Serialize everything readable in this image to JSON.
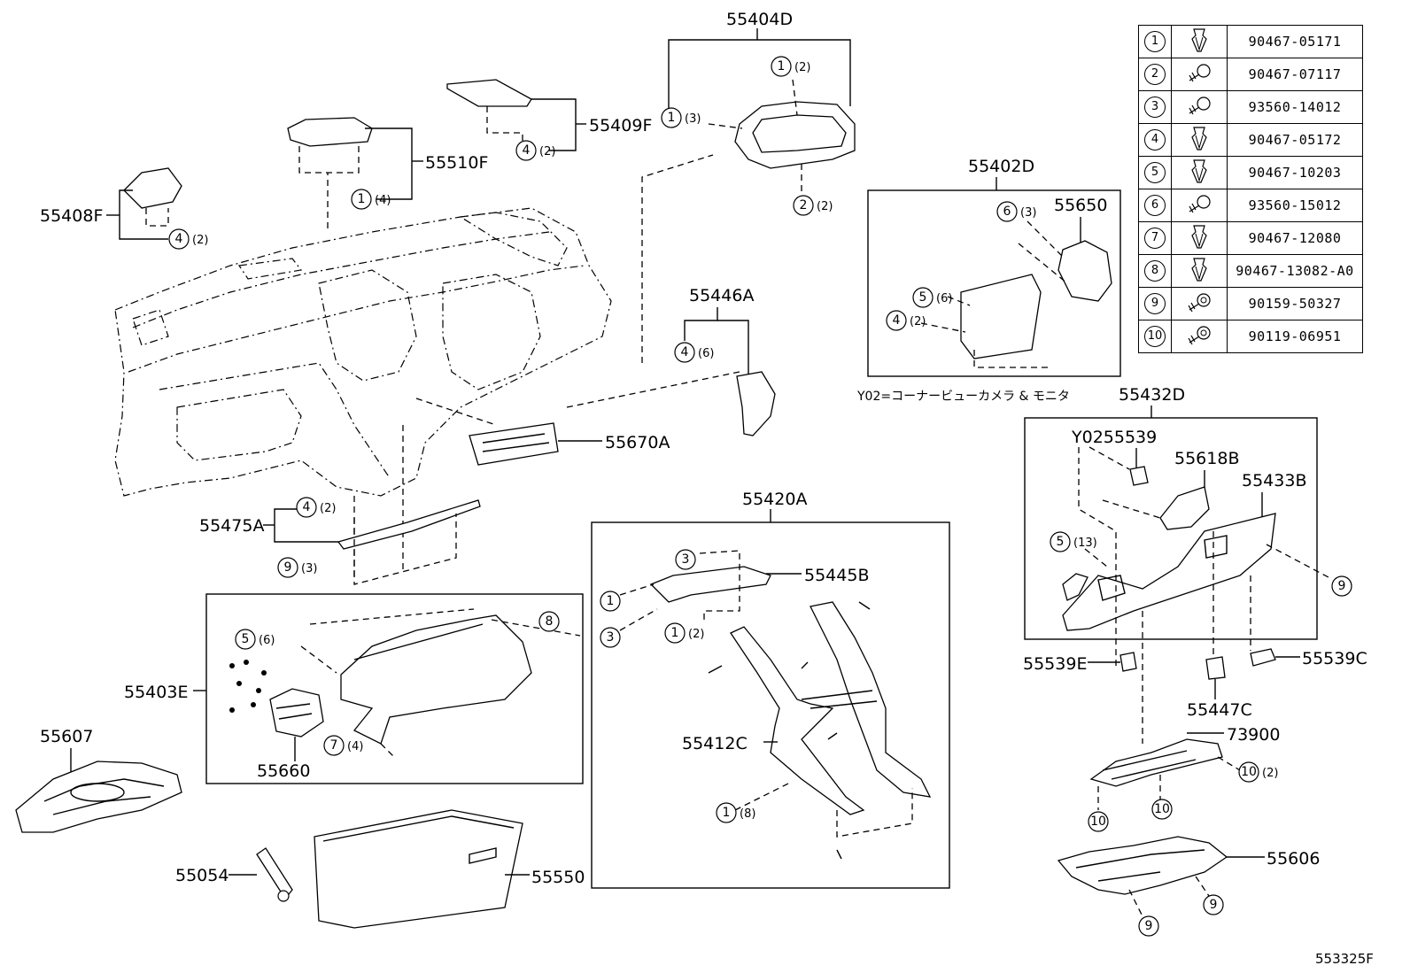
{
  "diagram_code": "553325F",
  "note": "Y02=コーナービューカメラ & モニタ",
  "legend": [
    {
      "n": "1",
      "icon": "clip-icon",
      "part": "90467-05171"
    },
    {
      "n": "2",
      "icon": "screw-icon",
      "part": "90467-07117"
    },
    {
      "n": "3",
      "icon": "screw-icon",
      "part": "93560-14012"
    },
    {
      "n": "4",
      "icon": "clip-icon",
      "part": "90467-05172"
    },
    {
      "n": "5",
      "icon": "clip-icon",
      "part": "90467-10203"
    },
    {
      "n": "6",
      "icon": "screw-icon",
      "part": "93560-15012"
    },
    {
      "n": "7",
      "icon": "clip-icon",
      "part": "90467-12080"
    },
    {
      "n": "8",
      "icon": "clip-icon",
      "part": "90467-13082-A0"
    },
    {
      "n": "9",
      "icon": "bolt-icon",
      "part": "90159-50327"
    },
    {
      "n": "10",
      "icon": "bolt-icon",
      "part": "90119-06951"
    }
  ],
  "labels": {
    "p55404D": "55404D",
    "p55409F": "55409F",
    "p55510F": "55510F",
    "p55408F": "55408F",
    "p55402D": "55402D",
    "p55650": "55650",
    "p55446A": "55446A",
    "p55670A": "55670A",
    "p55475A": "55475A",
    "p55420A": "55420A",
    "p55445B": "55445B",
    "p55403E": "55403E",
    "p55660": "55660",
    "p55607": "55607",
    "p55412C": "55412C",
    "p55054": "55054",
    "p55550": "55550",
    "p55432D": "55432D",
    "pY0255539": "Y0255539",
    "p55618B": "55618B",
    "p55433B": "55433B",
    "p55539E": "55539E",
    "p55539C": "55539C",
    "p55447C": "55447C",
    "p73900": "73900",
    "p55606": "55606"
  },
  "callouts": {
    "c1": "1",
    "c2": "2",
    "c3": "3",
    "c4": "4",
    "c5": "5",
    "c6": "6",
    "c7": "7",
    "c8": "8",
    "c9": "9",
    "c10": "10"
  },
  "quantities": {
    "q2": "(2)",
    "q3": "(3)",
    "q4": "(4)",
    "q6": "(6)",
    "q8": "(8)",
    "q13": "(13)"
  }
}
